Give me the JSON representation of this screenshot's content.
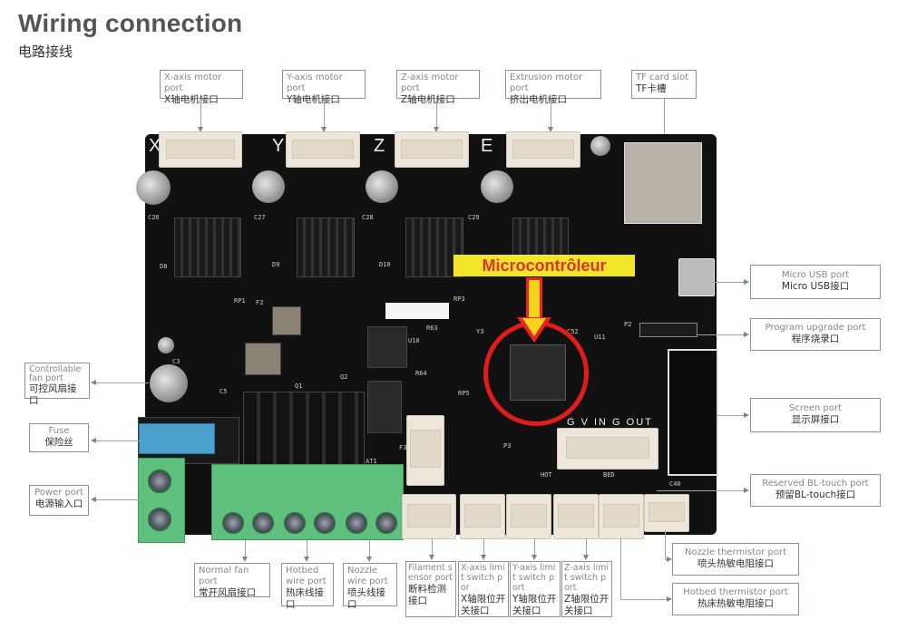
{
  "header": {
    "title": "Wiring connection",
    "subtitle": "电路接线"
  },
  "top_labels": [
    {
      "en": "X-axis motor port",
      "zh": "X轴电机接口"
    },
    {
      "en": "Y-axis motor port",
      "zh": "Y轴电机接口"
    },
    {
      "en": "Z-axis motor port",
      "zh": "Z轴电机接口"
    },
    {
      "en": "Extrusion motor port",
      "zh": "挤出电机接口"
    },
    {
      "en": "TF card slot",
      "zh": "TF卡槽"
    }
  ],
  "left_labels": [
    {
      "en": "Controllable fan port",
      "zh": "可控风扇接口"
    },
    {
      "en": "Fuse",
      "zh": "保险丝"
    },
    {
      "en": "Power port",
      "zh": "电源输入口"
    }
  ],
  "right_labels": [
    {
      "en": "Micro USB port",
      "zh": "Micro USB接口"
    },
    {
      "en": "Program upgrade port",
      "zh": "程序烧录口"
    },
    {
      "en": "Screen port",
      "zh": "显示屏接口"
    },
    {
      "en": "Reserved BL-touch port",
      "zh": "预留BL-touch接口"
    },
    {
      "en": "Nozzle thermistor port",
      "zh": "喷头热敏电阻接口"
    },
    {
      "en": "Hotbed thermistor port",
      "zh": "热床热敏电阻接口"
    }
  ],
  "bottom_labels": [
    {
      "en": "Normal fan port",
      "zh": "常开风扇接口"
    },
    {
      "en": "Hotbed wire port",
      "zh": "热床线接口"
    },
    {
      "en": "Nozzle wire port",
      "zh": "喷头线接口"
    },
    {
      "en": "Filament sensor port",
      "zh": "断料检测接口"
    },
    {
      "en": "X-axis limit switch por",
      "zh": "X轴限位开关接口"
    },
    {
      "en": "Y-axis limit switch port",
      "zh": "Y轴限位开关接口"
    },
    {
      "en": "Z-axis limit switch port",
      "zh": "Z轴限位开关接口"
    }
  ],
  "board": {
    "axis_letters": [
      "X",
      "Y",
      "Z",
      "E"
    ],
    "bltouch_pins": "G V IN G OUT",
    "silk": [
      "C26",
      "C27",
      "C28",
      "C29",
      "D8",
      "D9",
      "D10",
      "RP1",
      "RP3",
      "Y3",
      "C52",
      "U11",
      "U10",
      "Q1",
      "Q2",
      "F2",
      "F3",
      "C3",
      "C5",
      "C40",
      "P2",
      "P3",
      "RP5",
      "R63",
      "R64",
      "HOT",
      "BED",
      "AT1"
    ]
  },
  "annotation": {
    "mcu_label": "Microcontrôleur",
    "colors": {
      "banner": "#f2e52a",
      "text": "#dd3333",
      "circle": "#e21b1b"
    }
  }
}
